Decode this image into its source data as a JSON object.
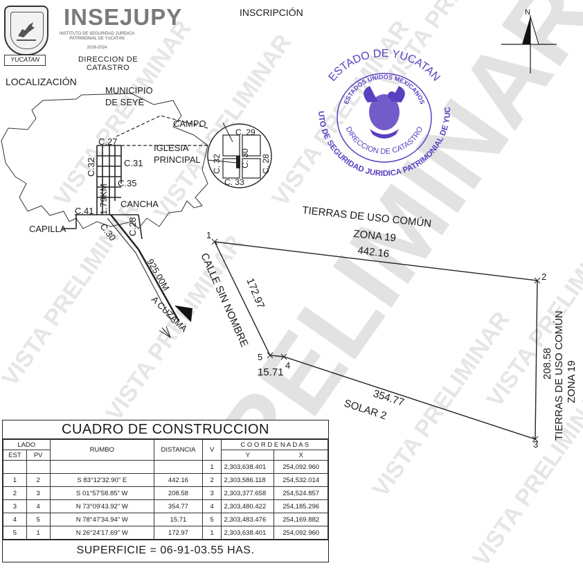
{
  "header": {
    "shield_label": "YUCATAN",
    "brand_name": "INSEJUPY",
    "brand_subtitle": "INSTITUTO DE SEGURIDAD JURÍDICA PATRIMONIAL DE YUCATÁN",
    "brand_years": "2018-2024",
    "department": "DIRECCION DE CATASTRO"
  },
  "headings": {
    "inscription": "INSCRIPCIÓN",
    "location": "LOCALIZACIÓN",
    "north": "N"
  },
  "seal": {
    "outer_top": "ESTADO DE YUCATAN",
    "outer_bottom": "INSTITUTO DE SEGURIDAD JURIDICA PATRIMONIAL DE YUCATAN",
    "inner_top": "ESTADOS UNIDOS MEXICANOS",
    "inner_bottom": "DIRECCION DE CATASTRO"
  },
  "location_map": {
    "municipality": "MUNICIPIO DE SEYE",
    "municipality_line1": "MUNICIPIO",
    "municipality_line2": "DE SEYE",
    "campo": "CAMPO",
    "church_line1": "IGLESIA",
    "church_line2": "PRINCIPAL",
    "cancha": "CANCHA",
    "capilla": "CAPILLA",
    "c27": "C.27",
    "c31": "C.31",
    "c32": "C.32",
    "c35": "C.35",
    "c41": "C.41",
    "c28": "C.28",
    "c30": "C.30",
    "km": "1.79KM",
    "dist": "925.00M",
    "to": "A CUZAMA",
    "detail_c29": "C. 29",
    "detail_c32": "C. 32",
    "detail_c30": "C. 30",
    "detail_c28": "C. 28",
    "detail_c33": "C. 33"
  },
  "plot": {
    "vertices": [
      "1",
      "2",
      "3",
      "4",
      "5"
    ],
    "side_1_2": "442.16",
    "side_2_3": "208.58",
    "side_3_4": "354.77",
    "side_4_5": "15.71",
    "side_5_1": "172.97",
    "north_line1": "TIERRAS DE USO COMÚN",
    "north_line2": "ZONA 19",
    "east_line1": "TIERRAS DE USO COMÚN",
    "east_line2": "ZONA 19",
    "south": "SOLAR 2",
    "west": "CALLE SIN NOMBRE"
  },
  "watermark": {
    "big": "PRELIMINAR",
    "small": "VISTA PRELIMINAR"
  },
  "table": {
    "title": "CUADRO DE CONSTRUCCION",
    "h_lado": "LADO",
    "h_est": "EST",
    "h_pv": "PV",
    "h_rumbo": "RUMBO",
    "h_distancia": "DISTANCIA",
    "h_v": "V",
    "h_coordenadas": "C O O R D E N A D A S",
    "h_y": "Y",
    "h_x": "X",
    "first": {
      "v": "1",
      "y": "2,303,638.401",
      "x": "254,092.960"
    },
    "rows": [
      {
        "est": "1",
        "pv": "2",
        "rumbo": "S  83°12'32.90\"  E",
        "dist": "442.16",
        "v": "2",
        "y": "2,303,586.118",
        "x": "254,532.014"
      },
      {
        "est": "2",
        "pv": "3",
        "rumbo": "S  01°57'58.85\"  W",
        "dist": "208.58",
        "v": "3",
        "y": "2,303,377.658",
        "x": "254,524.857"
      },
      {
        "est": "3",
        "pv": "4",
        "rumbo": "N  73°09'43.92\"  W",
        "dist": "354.77",
        "v": "4",
        "y": "2,303,480.422",
        "x": "254,185.296"
      },
      {
        "est": "4",
        "pv": "5",
        "rumbo": "N  78°47'34.94\"  W",
        "dist": "15.71",
        "v": "5",
        "y": "2,303,483.476",
        "x": "254,169.882"
      },
      {
        "est": "5",
        "pv": "1",
        "rumbo": "N  26°24'17.69\"  W",
        "dist": "172.97",
        "v": "1",
        "y": "2,303,638.401",
        "x": "254,092.960"
      }
    ],
    "surface": "SUPERFICIE = 06-91-03.55 HAS."
  },
  "colors": {
    "seal": "#5a3fc0",
    "watermark": "#d9d9d9",
    "ink": "#1a1a1a"
  }
}
